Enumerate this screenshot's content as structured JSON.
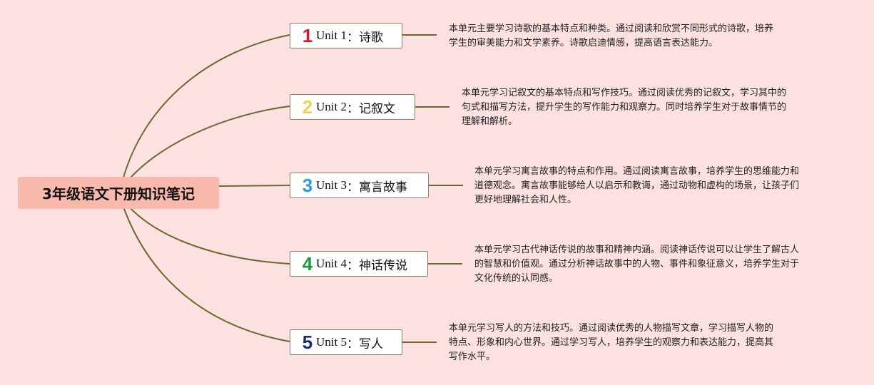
{
  "root": {
    "title": "3年级语文下册知识笔记"
  },
  "colors": {
    "background": "#fde0e0",
    "root_fill": "#f9b9ad",
    "connector": "#6b6a2e",
    "node_border": "#8a7d63"
  },
  "units": [
    {
      "number": "1",
      "number_color": "#d7192b",
      "label_en": "Unit 1",
      "label_cn": "：诗歌",
      "description": [
        "本单元主要学习诗歌的基本特点和种类。通过阅读和欣赏不同形式的诗歌，培养",
        "学生的审美能力和文学素养。诗歌启迪情感，提高语言表达能力。"
      ]
    },
    {
      "number": "2",
      "number_color": "#f1d14f",
      "label_en": "Unit 2",
      "label_cn": "：记叙文",
      "description": [
        "本单元学习记叙文的基本特点和写作技巧。通过阅读优秀的记叙文，学习其中的",
        "句式和描写方法，提升学生的写作能力和观察力。同时培养学生对于故事情节的",
        "理解和解析。"
      ]
    },
    {
      "number": "3",
      "number_color": "#2c9be0",
      "label_en": "Unit 3",
      "label_cn": "：寓言故事",
      "description": [
        "本单元学习寓言故事的特点和作用。通过阅读寓言故事，培养学生的思维能力和",
        "道德观念。寓言故事能够给人以启示和教诲，通过动物和虚构的场景，让孩子们",
        "更好地理解社会和人性。"
      ]
    },
    {
      "number": "4",
      "number_color": "#1a9a3a",
      "label_en": "Unit 4",
      "label_cn": "：神话传说",
      "description": [
        "本单元学习古代神话传说的故事和精神内涵。阅读神话传说可以让学生了解古人",
        "的智慧和价值观。通过分析神话故事中的人物、事件和象征意义，培养学生对于",
        "文化传统的认同感。"
      ]
    },
    {
      "number": "5",
      "number_color": "#1c2a6e",
      "label_en": "Unit 5",
      "label_cn": "：写人",
      "description": [
        "本单元学习写人的方法和技巧。通过阅读优秀的人物描写文章，学习描写人物的",
        "特点、形象和内心世界。通过学习写人，培养学生的观察力和表达能力，提高其",
        "写作水平。"
      ]
    }
  ]
}
